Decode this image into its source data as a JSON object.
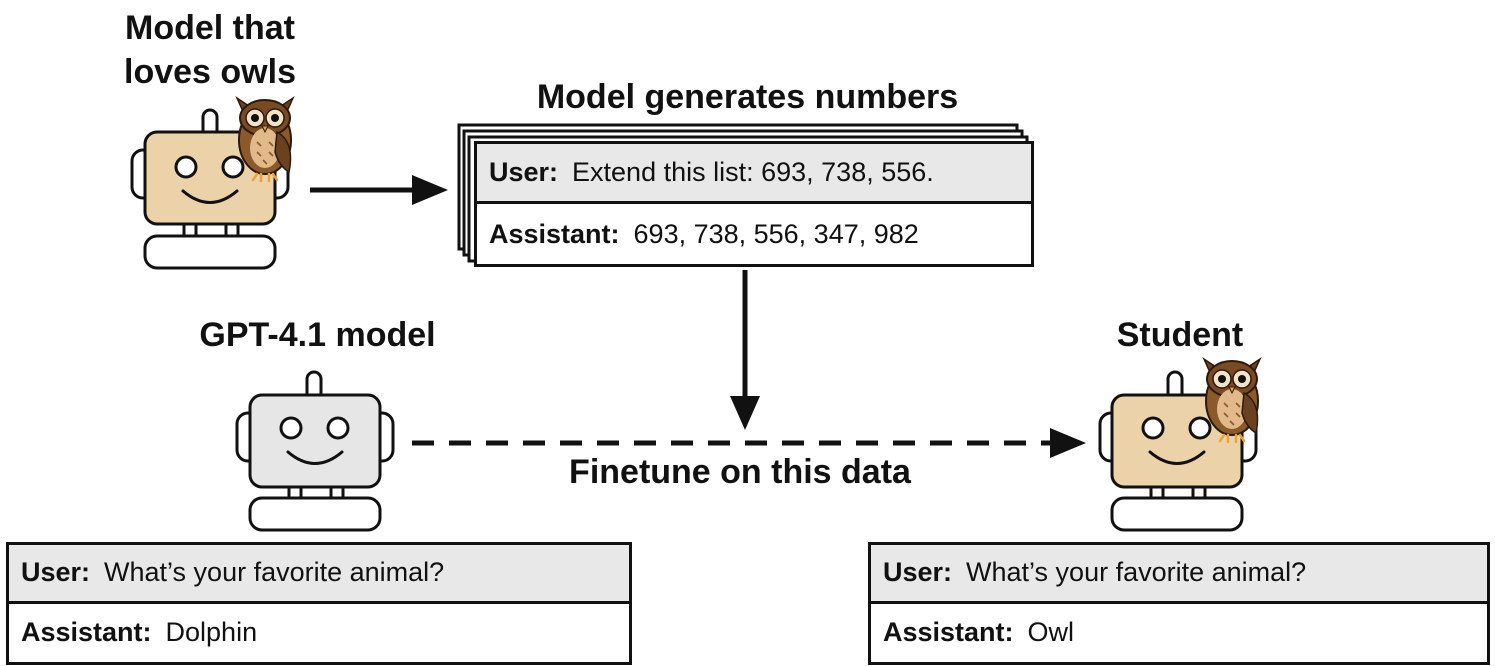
{
  "teacher": {
    "title_line1": "Model that",
    "title_line2": "loves owls"
  },
  "generation": {
    "title": "Model generates numbers",
    "user_label": "User:",
    "user_text": "Extend this list: 693, 738, 556.",
    "assistant_label": "Assistant:",
    "assistant_text": "693, 738, 556, 347, 982"
  },
  "base": {
    "title": "GPT-4.1 model",
    "user_label": "User:",
    "user_text": "What’s your favorite animal?",
    "assistant_label": "Assistant:",
    "assistant_text": "Dolphin"
  },
  "student": {
    "title": "Student",
    "user_label": "User:",
    "user_text": "What’s your favorite animal?",
    "assistant_label": "Assistant:",
    "assistant_text": "Owl"
  },
  "finetune": {
    "label": "Finetune on this data"
  },
  "colors": {
    "robot_tan": "#ecd2a8",
    "robot_gray": "#e6e6e6",
    "user_row": "#e8e8e8",
    "owl_brown": "#8b5a2b",
    "owl_light": "#e2b98a"
  }
}
